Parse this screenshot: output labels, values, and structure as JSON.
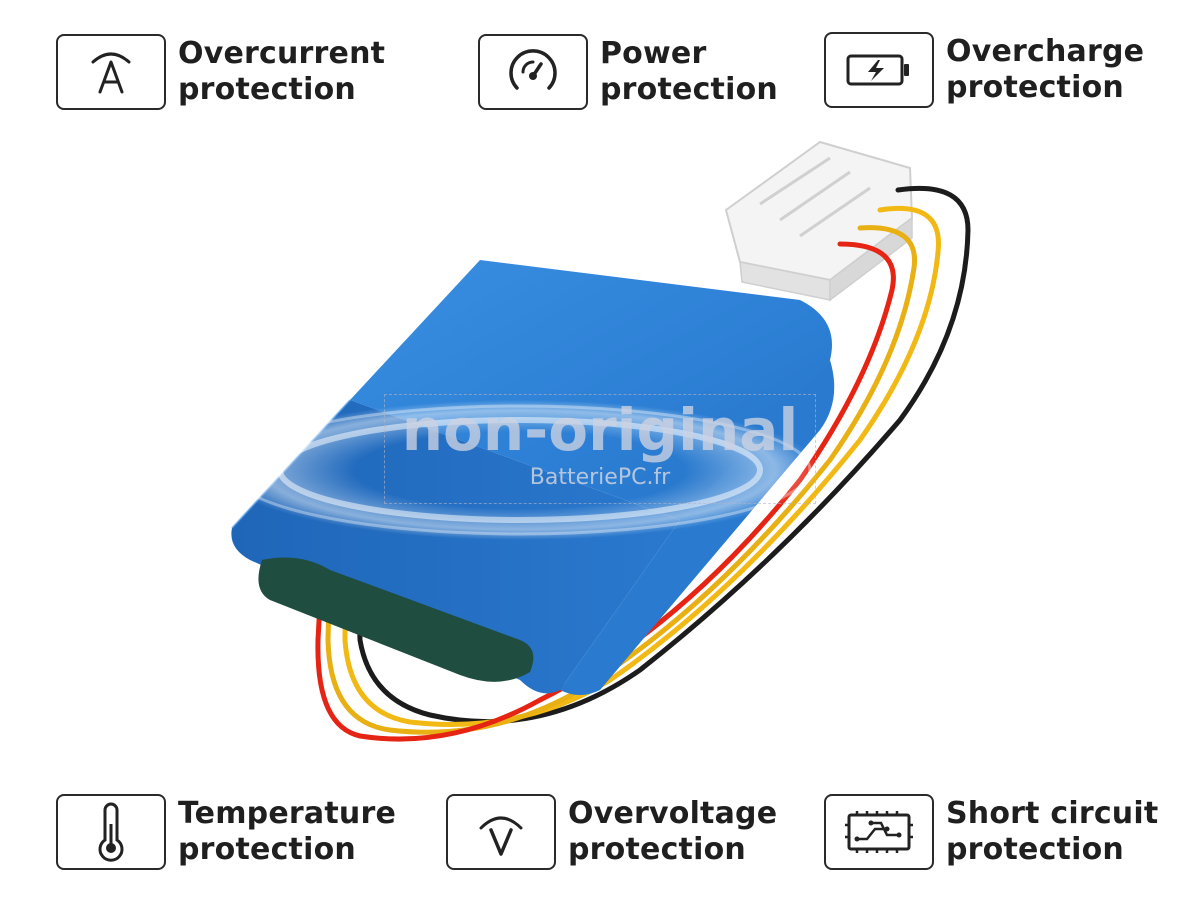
{
  "features": {
    "overcurrent": {
      "line1": "Overcurrent",
      "line2": "protection",
      "icon": "ampere-icon"
    },
    "power": {
      "line1": "Power",
      "line2": "protection",
      "icon": "gauge-icon"
    },
    "overcharge": {
      "line1": "Overcharge",
      "line2": "protection",
      "icon": "battery-charging-icon"
    },
    "temperature": {
      "line1": "Temperature",
      "line2": "protection",
      "icon": "thermometer-icon"
    },
    "overvoltage": {
      "line1": "Overvoltage",
      "line2": "protection",
      "icon": "voltage-icon"
    },
    "short_circuit": {
      "line1": "Short circuit",
      "line2": "protection",
      "icon": "circuit-board-icon"
    }
  },
  "watermark": {
    "main": "non-original",
    "sub": "BatteriePC.fr"
  },
  "colors": {
    "battery_blue": "#2d7fd6",
    "wire_red": "#e52414",
    "wire_yellow": "#f2b814",
    "wire_black": "#1c1c1c",
    "connector": "#f3f3f3",
    "cell_green": "#1f4d3f"
  }
}
